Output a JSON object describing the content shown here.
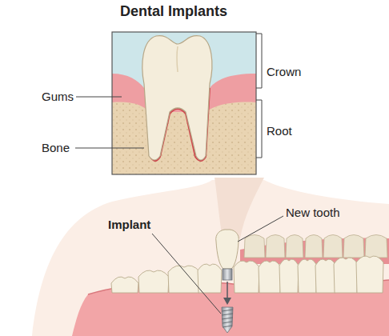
{
  "diagram": {
    "title": "Dental Implants",
    "labels": [
      "Gums",
      "Bone",
      "Crown",
      "Root",
      "Implant",
      "New tooth"
    ]
  }
}
